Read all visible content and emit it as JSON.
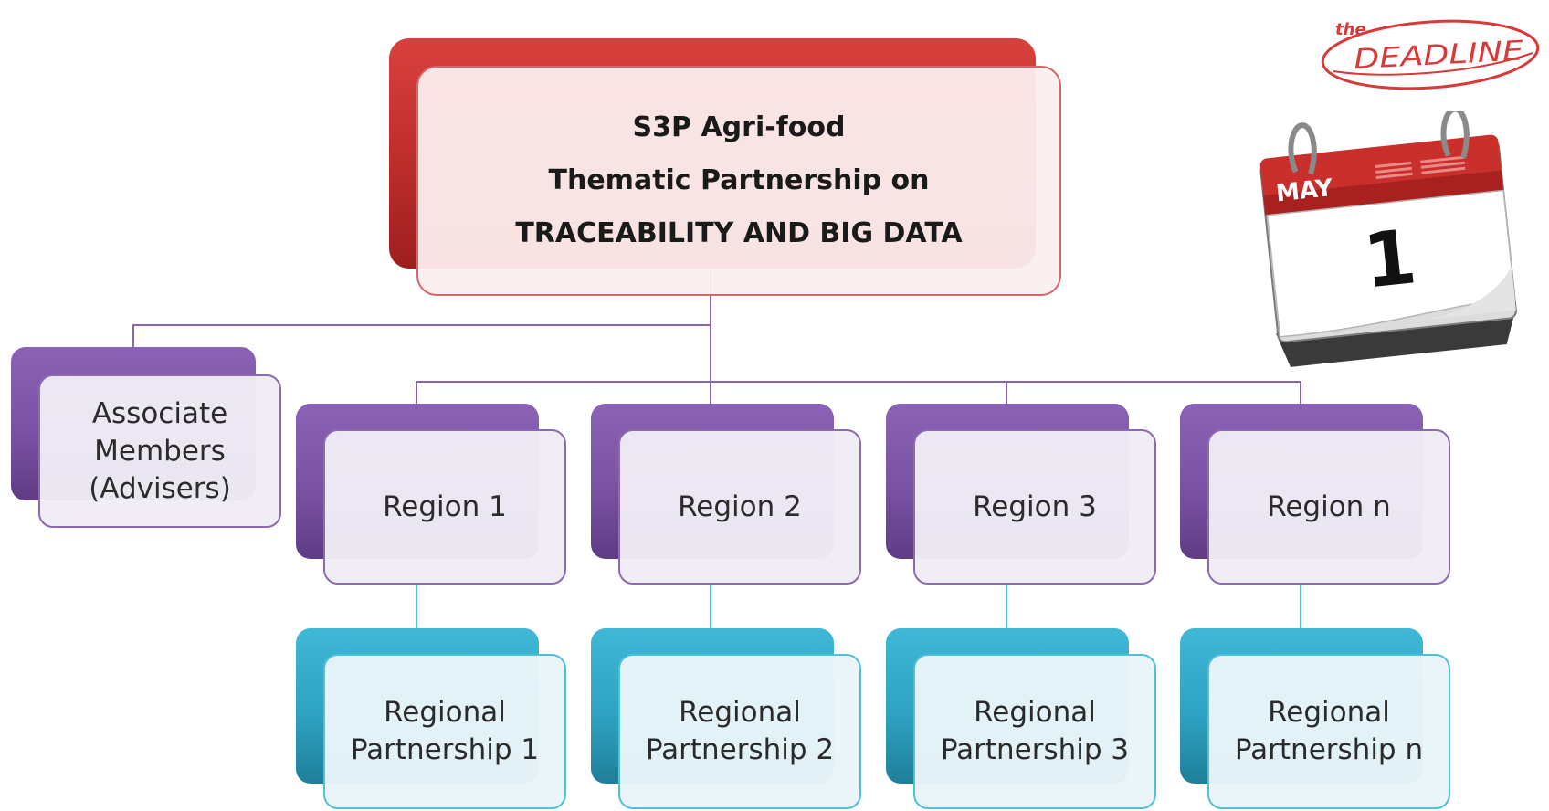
{
  "top_node": {
    "line1": "S3P Agri-food",
    "line2": "Thematic Partnership on",
    "line3": "TRACEABILITY AND BIG DATA"
  },
  "associate": {
    "line1": "Associate",
    "line2": "Members",
    "line3": "(Advisers)"
  },
  "regions": [
    {
      "label": "Region 1"
    },
    {
      "label": "Region 2"
    },
    {
      "label": "Region 3"
    },
    {
      "label": "Region n"
    }
  ],
  "partnerships": [
    {
      "line1": "Regional",
      "line2": "Partnership 1"
    },
    {
      "line1": "Regional",
      "line2": "Partnership 2"
    },
    {
      "line1": "Regional",
      "line2": "Partnership 3"
    },
    {
      "line1": "Regional",
      "line2": "Partnership n"
    }
  ],
  "logo": {
    "prefix": "the",
    "word": "DEADLINE"
  },
  "calendar": {
    "month": "MAY",
    "day": "1"
  },
  "colors": {
    "top_node": "#c83432",
    "region": "#7a52a3",
    "partnership": "#2ea2c2",
    "connector": "#8a63b3",
    "connector_teal": "#4fbfda",
    "logo_red": "#d83a3a"
  }
}
